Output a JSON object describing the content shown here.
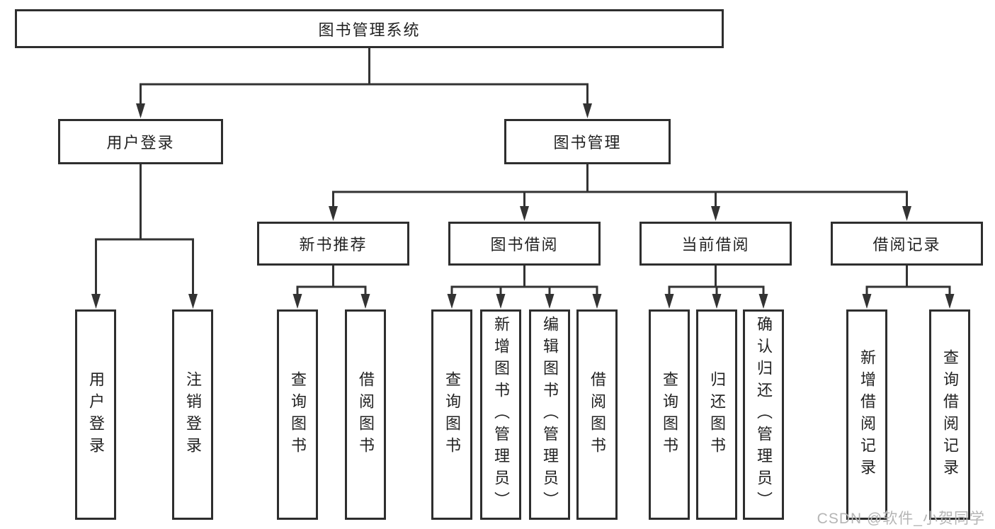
{
  "tree": {
    "label": "图书管理系统",
    "children": [
      {
        "label": "用户登录",
        "children": [
          {
            "label": "用户登录"
          },
          {
            "label": "注销登录"
          }
        ]
      },
      {
        "label": "图书管理",
        "children": [
          {
            "label": "新书推荐",
            "children": [
              {
                "label": "查询图书"
              },
              {
                "label": "借阅图书"
              }
            ]
          },
          {
            "label": "图书借阅",
            "children": [
              {
                "label": "查询图书"
              },
              {
                "label": "新增图书（管理员）"
              },
              {
                "label": "编辑图书（管理员）"
              },
              {
                "label": "借阅图书"
              }
            ]
          },
          {
            "label": "当前借阅",
            "children": [
              {
                "label": "查询图书"
              },
              {
                "label": "归还图书"
              },
              {
                "label": "确认归还（管理员）"
              }
            ]
          },
          {
            "label": "借阅记录",
            "children": [
              {
                "label": "新增借阅记录"
              },
              {
                "label": "查询借阅记录"
              }
            ]
          }
        ]
      }
    ]
  },
  "watermark": {
    "text": "CSDN @软件_小贺同学"
  },
  "colors": {
    "line": "#333333",
    "border": "#2e2e2e",
    "text": "#222222",
    "watermark": "#b5b5b5",
    "background": "#ffffff"
  }
}
